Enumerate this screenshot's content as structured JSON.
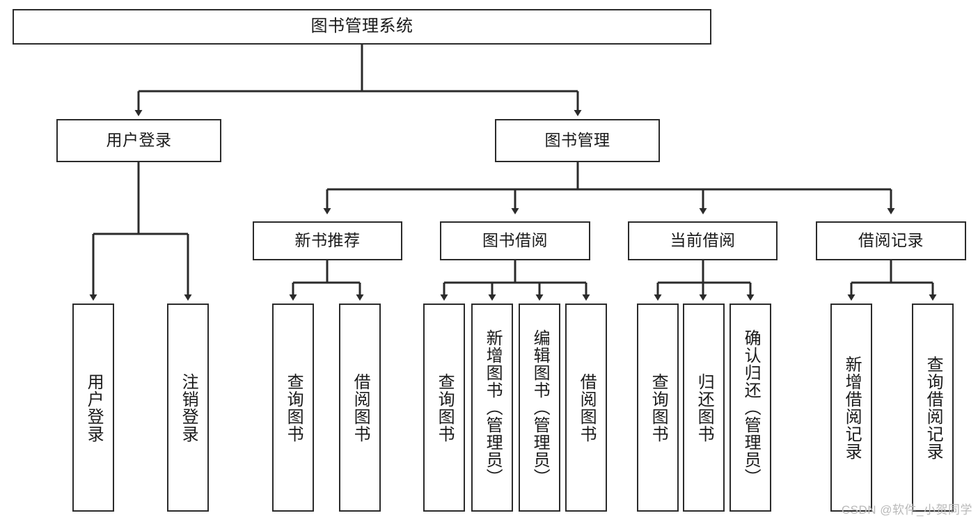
{
  "diagram": {
    "title": "图书管理系统",
    "watermark": "CSDN @软件_小贺同学",
    "colors": {
      "stroke": "#2b2b2b",
      "fill": "#ffffff",
      "text": "#1a1a1a",
      "watermark": "#b9b9b9"
    },
    "nodes": {
      "root": {
        "label": "图书管理系统"
      },
      "level1": [
        {
          "label": "用户登录"
        },
        {
          "label": "图书管理"
        }
      ],
      "level2": [
        {
          "label": "新书推荐"
        },
        {
          "label": "图书借阅"
        },
        {
          "label": "当前借阅"
        },
        {
          "label": "借阅记录"
        }
      ],
      "leaves_user_login": [
        {
          "label": "用户登录"
        },
        {
          "label": "注销登录"
        }
      ],
      "leaves_new_book": [
        {
          "label": "查询图书"
        },
        {
          "label": "借阅图书"
        }
      ],
      "leaves_borrow": [
        {
          "label": "查询图书"
        },
        {
          "label": "新增图书（管理员）"
        },
        {
          "label": "编辑图书（管理员）"
        },
        {
          "label": "借阅图书"
        }
      ],
      "leaves_current": [
        {
          "label": "查询图书"
        },
        {
          "label": "归还图书"
        },
        {
          "label": "确认归还（管理员）"
        }
      ],
      "leaves_record": [
        {
          "label": "新增借阅记录"
        },
        {
          "label": "查询借阅记录"
        }
      ]
    }
  }
}
